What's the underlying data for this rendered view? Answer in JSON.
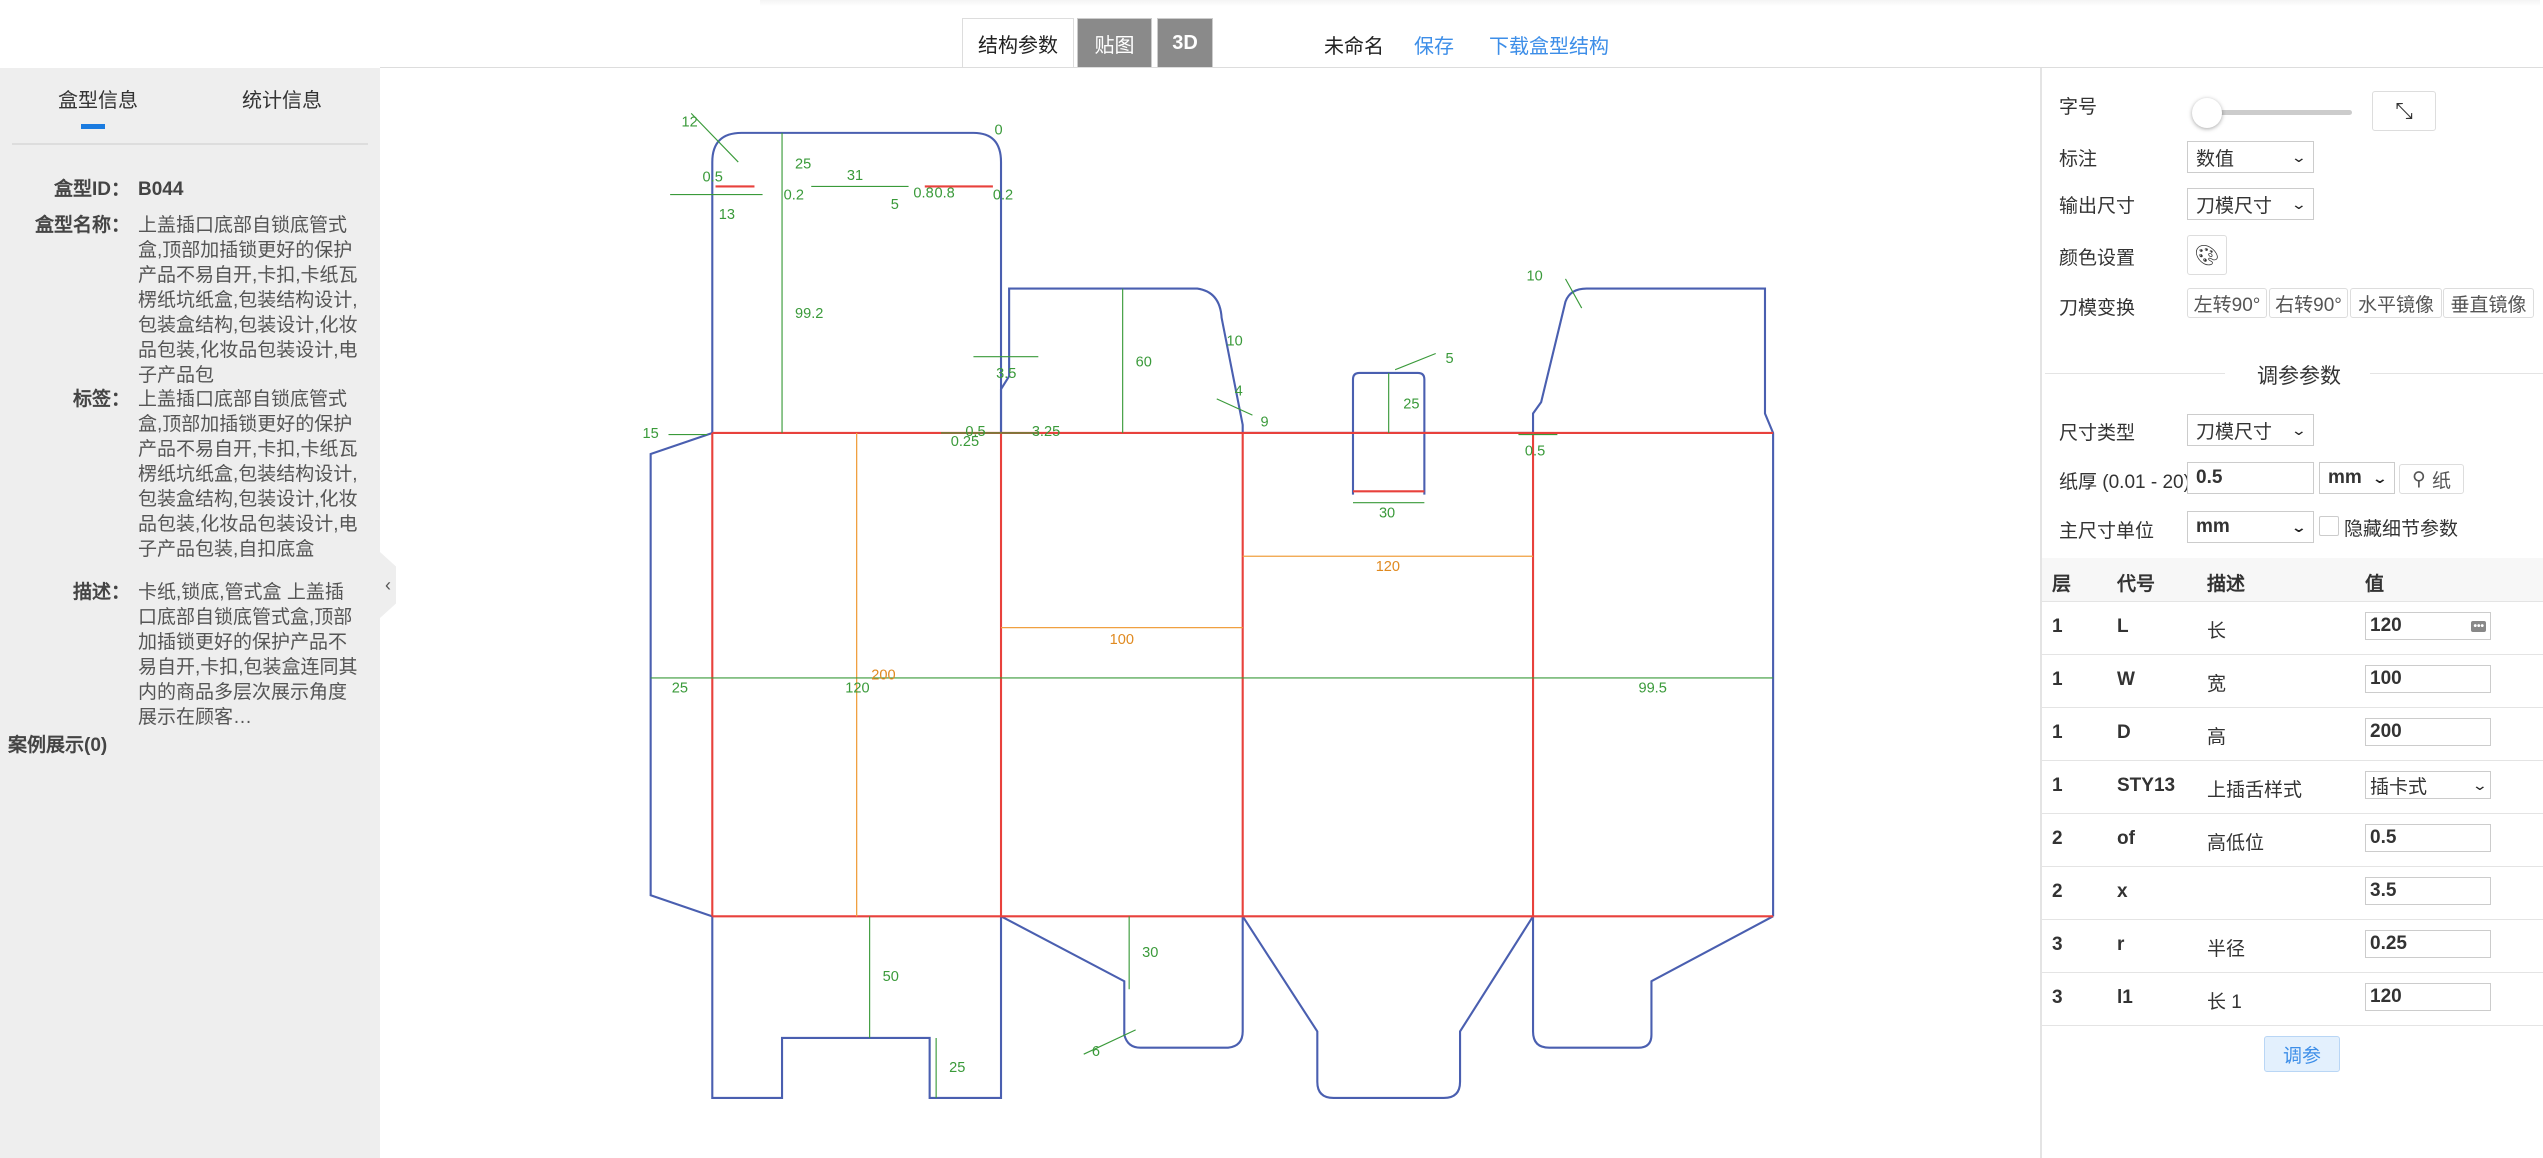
{
  "header": {
    "tabs": [
      {
        "label": "结构参数",
        "active": true
      },
      {
        "label": "贴图"
      },
      {
        "label": "3D"
      }
    ],
    "doc_name": "未命名",
    "save": "保存",
    "download": "下载盒型结构"
  },
  "left": {
    "tabs": [
      "盒型信息",
      "统计信息"
    ],
    "rows": [
      {
        "key": "盒型ID：",
        "value": "B044"
      },
      {
        "key": "盒型名称：",
        "value": "上盖插口底部自锁底管式盒,顶部加插锁更好的保护产品不易自开,卡扣,卡纸瓦楞纸坑纸盒,包装结构设计,包装盒结构,包装设计,化妆品包装,化妆品包装设计,电子产品包"
      },
      {
        "key": "标签：",
        "value": "上盖插口底部自锁底管式盒,顶部加插锁更好的保护产品不易自开,卡扣,卡纸瓦楞纸坑纸盒,包装结构设计,包装盒结构,包装设计,化妆品包装,化妆品包装设计,电子产品包装,自扣底盒"
      },
      {
        "key": "描述：",
        "value": "卡纸,锁底,管式盒 上盖插口底部自锁底管式盒,顶部加插锁更好的保护产品不易自开,卡扣,包装盒连同其内的商品多层次展示角度展示在顾客…"
      }
    ],
    "cases": "案例展示(0)"
  },
  "dims": [
    "12",
    "0",
    "25",
    "31",
    "0.5",
    "0.2",
    "0.8",
    "0.8",
    "0.2",
    "13",
    "5",
    "99.2",
    "60",
    "10",
    "4",
    "9",
    "3.5",
    "0.5",
    "0.25",
    "3.25",
    "15",
    "10",
    "5",
    "25",
    "30",
    "0.5",
    "120",
    "100",
    "200",
    "120",
    "25",
    "99.5",
    "30",
    "50",
    "25",
    "6"
  ],
  "right": {
    "font_label": "字号",
    "font_size_level": 0,
    "annot_label": "标注",
    "annot_value": "数值",
    "output_label": "输出尺寸",
    "output_value": "刀模尺寸",
    "color_label": "颜色设置",
    "transform_label": "刀模变换",
    "transforms": [
      "左转90°",
      "右转90°",
      "水平镜像",
      "垂直镜像"
    ],
    "section_title": "调参参数",
    "size_type_label": "尺寸类型",
    "size_type_value": "刀模尺寸",
    "thickness_label": "纸厚 (0.01 - 20)",
    "thickness_value": "0.5",
    "thickness_unit": "mm",
    "paper_btn": "纸",
    "unit_label": "主尺寸单位",
    "unit_value": "mm",
    "hide_detail_label": "隐藏细节参数",
    "table": {
      "headers": [
        "层",
        "代号",
        "描述",
        "值"
      ],
      "rows": [
        {
          "layer": "1",
          "code": "L",
          "desc": "长",
          "value": "120"
        },
        {
          "layer": "1",
          "code": "W",
          "desc": "宽",
          "value": "100"
        },
        {
          "layer": "1",
          "code": "D",
          "desc": "高",
          "value": "200"
        },
        {
          "layer": "1",
          "code": "STY13",
          "desc": "上插舌样式",
          "value": "插卡式"
        },
        {
          "layer": "2",
          "code": "of",
          "desc": "高低位",
          "value": "0.5"
        },
        {
          "layer": "2",
          "code": "x",
          "desc": "",
          "value": "3.5"
        },
        {
          "layer": "3",
          "code": "r",
          "desc": "半径",
          "value": "0.25"
        },
        {
          "layer": "3",
          "code": "l1",
          "desc": "长 1",
          "value": "120"
        }
      ]
    },
    "apply_btn": "调参"
  },
  "colors": {
    "cut": "#4a5fb0",
    "crease": "#e8413c",
    "dim": "#3a9a3a",
    "main_dim": "#f0a040",
    "accent": "#1a7be0"
  }
}
